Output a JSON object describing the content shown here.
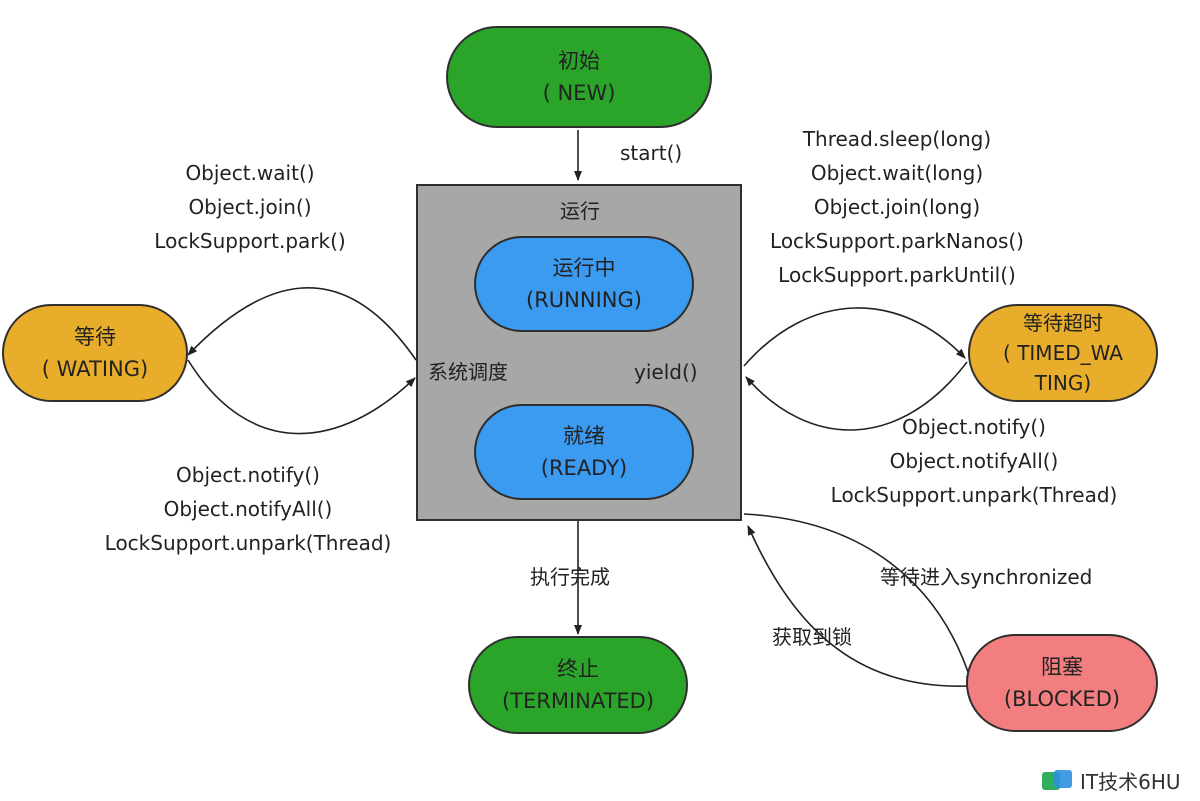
{
  "states": {
    "new": {
      "name": "初始",
      "code": "( NEW)"
    },
    "running_group": {
      "name": "运行"
    },
    "running": {
      "name": "运行中",
      "code": "(RUNNING)"
    },
    "ready": {
      "name": "就绪",
      "code": "(READY)"
    },
    "waiting": {
      "name": "等待",
      "code": "( WATING)"
    },
    "timed_waiting": {
      "name": "等待超时",
      "code_line1": "( TIMED_WA",
      "code_line2": "TING)"
    },
    "terminated": {
      "name": "终止",
      "code": "(TERMINATED)"
    },
    "blocked": {
      "name": "阻塞",
      "code": "(BLOCKED)"
    }
  },
  "transitions": {
    "start": "start()",
    "yield": "yield()",
    "schedule": "系统调度",
    "finish": "执行完成",
    "to_waiting": [
      "Object.wait()",
      "Object.join()",
      "LockSupport.park()"
    ],
    "from_waiting": [
      "Object.notify()",
      "Object.notifyAll()",
      "LockSupport.unpark(Thread)"
    ],
    "to_timed_waiting": [
      "Thread.sleep(long)",
      "Object.wait(long)",
      "Object.join(long)",
      "LockSupport.parkNanos()",
      "LockSupport.parkUntil()"
    ],
    "from_timed_waiting": [
      "Object.notify()",
      "Object.notifyAll()",
      "LockSupport.unpark(Thread)"
    ],
    "to_blocked": "等待进入synchronized",
    "acquire_lock": "获取到锁"
  },
  "watermark": "IT技术6HU",
  "colors": {
    "green": "#2aa52a",
    "blue": "#3b9bf0",
    "orange": "#e8ad2b",
    "pink": "#f27e80",
    "gray": "#a7a7a7"
  }
}
